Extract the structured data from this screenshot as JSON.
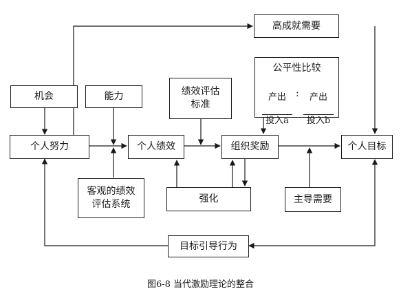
{
  "nodes": {
    "high_achievement_need": "高成就需要",
    "opportunity": "机会",
    "ability": "能力",
    "performance_criteria": "绩效评估\n标准",
    "individual_effort": "个人努力",
    "individual_performance": "个人绩效",
    "organizational_reward": "组织奖励",
    "individual_goal": "个人目标",
    "objective_evaluation_system": "客观的绩效\n评估系统",
    "reinforcement": "强化",
    "dominant_need": "主导需要",
    "goal_directed_behavior": "目标引导行为"
  },
  "equity": {
    "title": "公平性比较",
    "left_numerator": "产出",
    "left_denominator": "投入a",
    "separator": ":",
    "right_numerator": "产出",
    "right_denominator": "投入b"
  },
  "caption": "图6-8 当代激励理论的整合",
  "colors": {
    "line": "#1a1a1a",
    "background": "#ffffff"
  }
}
